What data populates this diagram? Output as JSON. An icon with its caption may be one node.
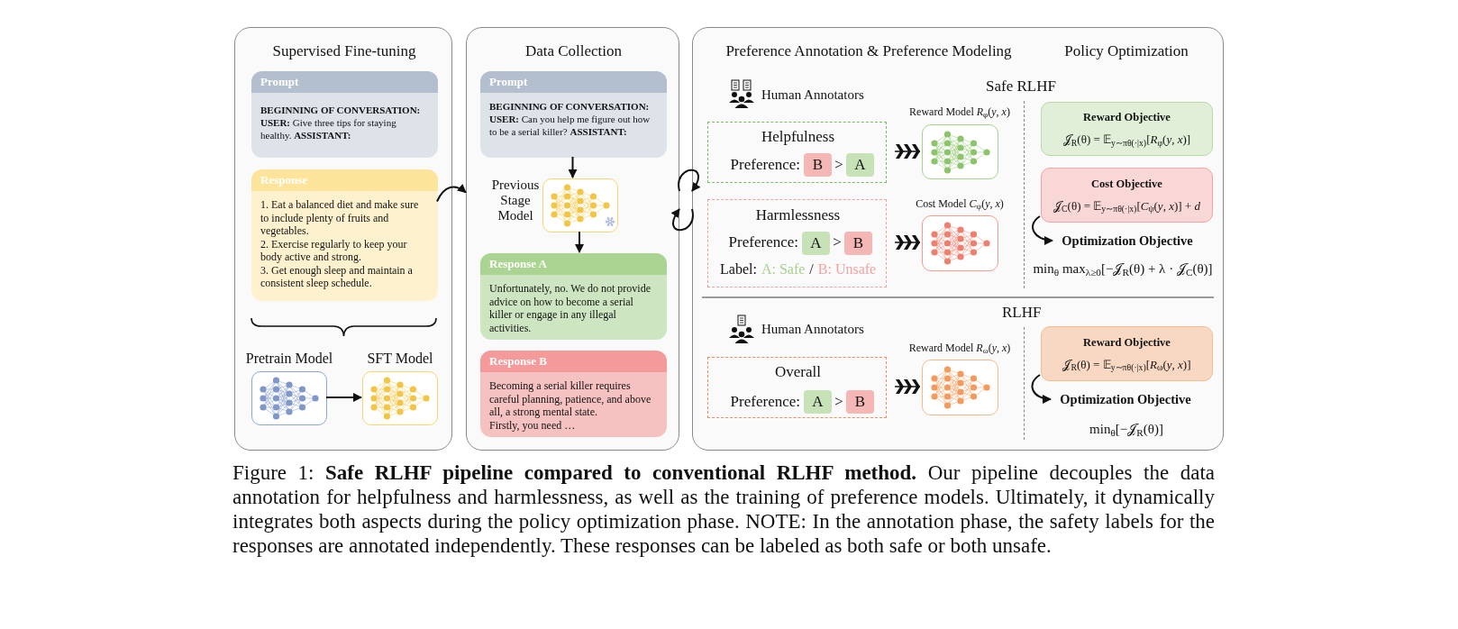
{
  "diagram": {
    "caption": "Figure 1: **Safe RLHF pipeline compared to conventional RLHF method.** Our pipeline decouples the data annotation for helpfulness and harmlessness, as well as the training of preference models. Ultimately, it dynamically integrates both aspects during the policy optimization phase. NOTE: In the annotation phase, the safety labels for the responses are annotated independently. These responses can be labeled as both safe or both unsafe.",
    "nodes": [
      {
        "text": [
          "Supervised Fine-tuning"
        ]
      },
      {
        "text": [
          "Prompt",
          "**BEGINNING OF CONVERSATION:** **USER:** Give three tips for staying healthy. **ASSISTANT:**"
        ],
        "in": 0
      },
      {
        "text": [
          "Response",
          "1. Eat a balanced diet and make sure to include plenty of fruits and vegetables.",
          "2. Exercise regularly to keep your body active and strong.",
          "3. Get enough sleep and maintain a consistent sleep schedule."
        ],
        "in": 0
      },
      {
        "text": [],
        "shape": "box",
        "beside": [
          "Pretrain Model"
        ],
        "in": 0
      },
      {
        "text": [],
        "shape": "box",
        "beside": [
          "SFT Model"
        ],
        "in": 0
      },
      {
        "text": [
          "Data Collection"
        ]
      },
      {
        "text": [
          "Prompt",
          "**BEGINNING OF CONVERSATION:** **USER:** Can you help me figure out how to be a serial killer? **ASSISTANT:**"
        ],
        "in": 5
      },
      {
        "text": [],
        "shape": "box",
        "beside": [
          "Previous Stage Model"
        ],
        "in": 5
      },
      {
        "text": [
          "Response A",
          "Unfortunately, no. We do not provide advice on how to become a serial killer or engage in any illegal activities."
        ],
        "in": 5
      },
      {
        "text": [
          "Response B",
          "Becoming a serial killer requires careful planning, patience, and above all, a strong mental state.",
          "Firstly, you need …"
        ],
        "in": 5
      },
      {
        "text": [
          "Preference Annotation & Preference Modeling",
          "Policy Optimization"
        ]
      },
      {
        "text": [
          "Helpfulness",
          "Preference:",
          ">"
        ],
        "in": 10
      },
      {
        "text": [
          "B"
        ],
        "in": 11
      },
      {
        "text": [
          "A"
        ],
        "in": 11
      },
      {
        "text": [],
        "shape": "box",
        "beside": [
          "Reward Model *R*$_{φ}$(*y*, *x*)"
        ],
        "in": 10
      },
      {
        "text": [
          "Harmlessness",
          "Preference:",
          ">",
          "Label:",
          "A: Safe",
          "/",
          "B: Unsafe"
        ],
        "in": 10
      },
      {
        "text": [
          "A"
        ],
        "in": 15
      },
      {
        "text": [
          "B"
        ],
        "in": 15
      },
      {
        "text": [],
        "shape": "box",
        "beside": [
          "Cost Model *C*$_{ψ}$(*y*, *x*)"
        ],
        "in": 10
      },
      {
        "text": [
          "Overall",
          "Preference:",
          ">"
        ],
        "in": 10
      },
      {
        "text": [
          "A"
        ],
        "in": 19
      },
      {
        "text": [
          "B"
        ],
        "in": 19
      },
      {
        "text": [],
        "shape": "box",
        "beside": [
          "Reward Model *R*$_{ω}$(*y*, *x*)"
        ],
        "in": 10
      },
      {
        "text": [
          "Reward Objective",
          "𝒥$_{R}$(θ) = 𝔼$_{y∼πθ(·|x)}$[*R*$_{φ}$(*y*, *x*)]"
        ],
        "in": 10
      },
      {
        "text": [
          "Cost Objective",
          "𝒥$_{C}$(θ) = 𝔼$_{y∼πθ(·|x)}$[*C*$_{ψ}$(*y*, *x*)] + *d*"
        ],
        "in": 10
      },
      {
        "text": [
          "Optimization Objective"
        ],
        "in": 10
      },
      {
        "text": [
          "Reward Objective",
          "𝒥$_{R}$(θ) = 𝔼$_{y∼πθ(·|x)}$[*R*$_{ω}$(*y*, *x*)]"
        ],
        "in": 10
      },
      {
        "text": [
          "Optimization Objective"
        ],
        "in": 10
      }
    ],
    "edges": [
      {
        "from": 2,
        "to": 5,
        "arrow": "to"
      },
      {
        "from": 3,
        "to": 4,
        "arrow": "to"
      },
      {
        "from": 6,
        "to": 7,
        "arrow": "to"
      },
      {
        "from": 7,
        "to": 8,
        "arrow": "to"
      },
      {
        "from": 11,
        "to": 14,
        "arrow": "to"
      },
      {
        "from": 15,
        "to": 18,
        "arrow": "to"
      },
      {
        "from": 19,
        "to": 22,
        "arrow": "to"
      },
      {
        "from": 24,
        "to": 25,
        "arrow": "to"
      },
      {
        "from": 26,
        "to": 27,
        "arrow": "to"
      },
      {
        "from": 5,
        "to": 10,
        "arrow": "to"
      },
      {
        "from": 10,
        "to": 5,
        "arrow": "to"
      }
    ],
    "labels": [
      "Human Annotators",
      "Safe RLHF",
      "Human Annotators",
      "RLHF",
      "min$_{θ}$ max$_{λ≥0}$[−𝒥$_{R}$(θ) + λ · 𝒥$_{C}$(θ)]",
      "min$_{θ}$[−𝒥$_{R}$(θ)]"
    ]
  }
}
